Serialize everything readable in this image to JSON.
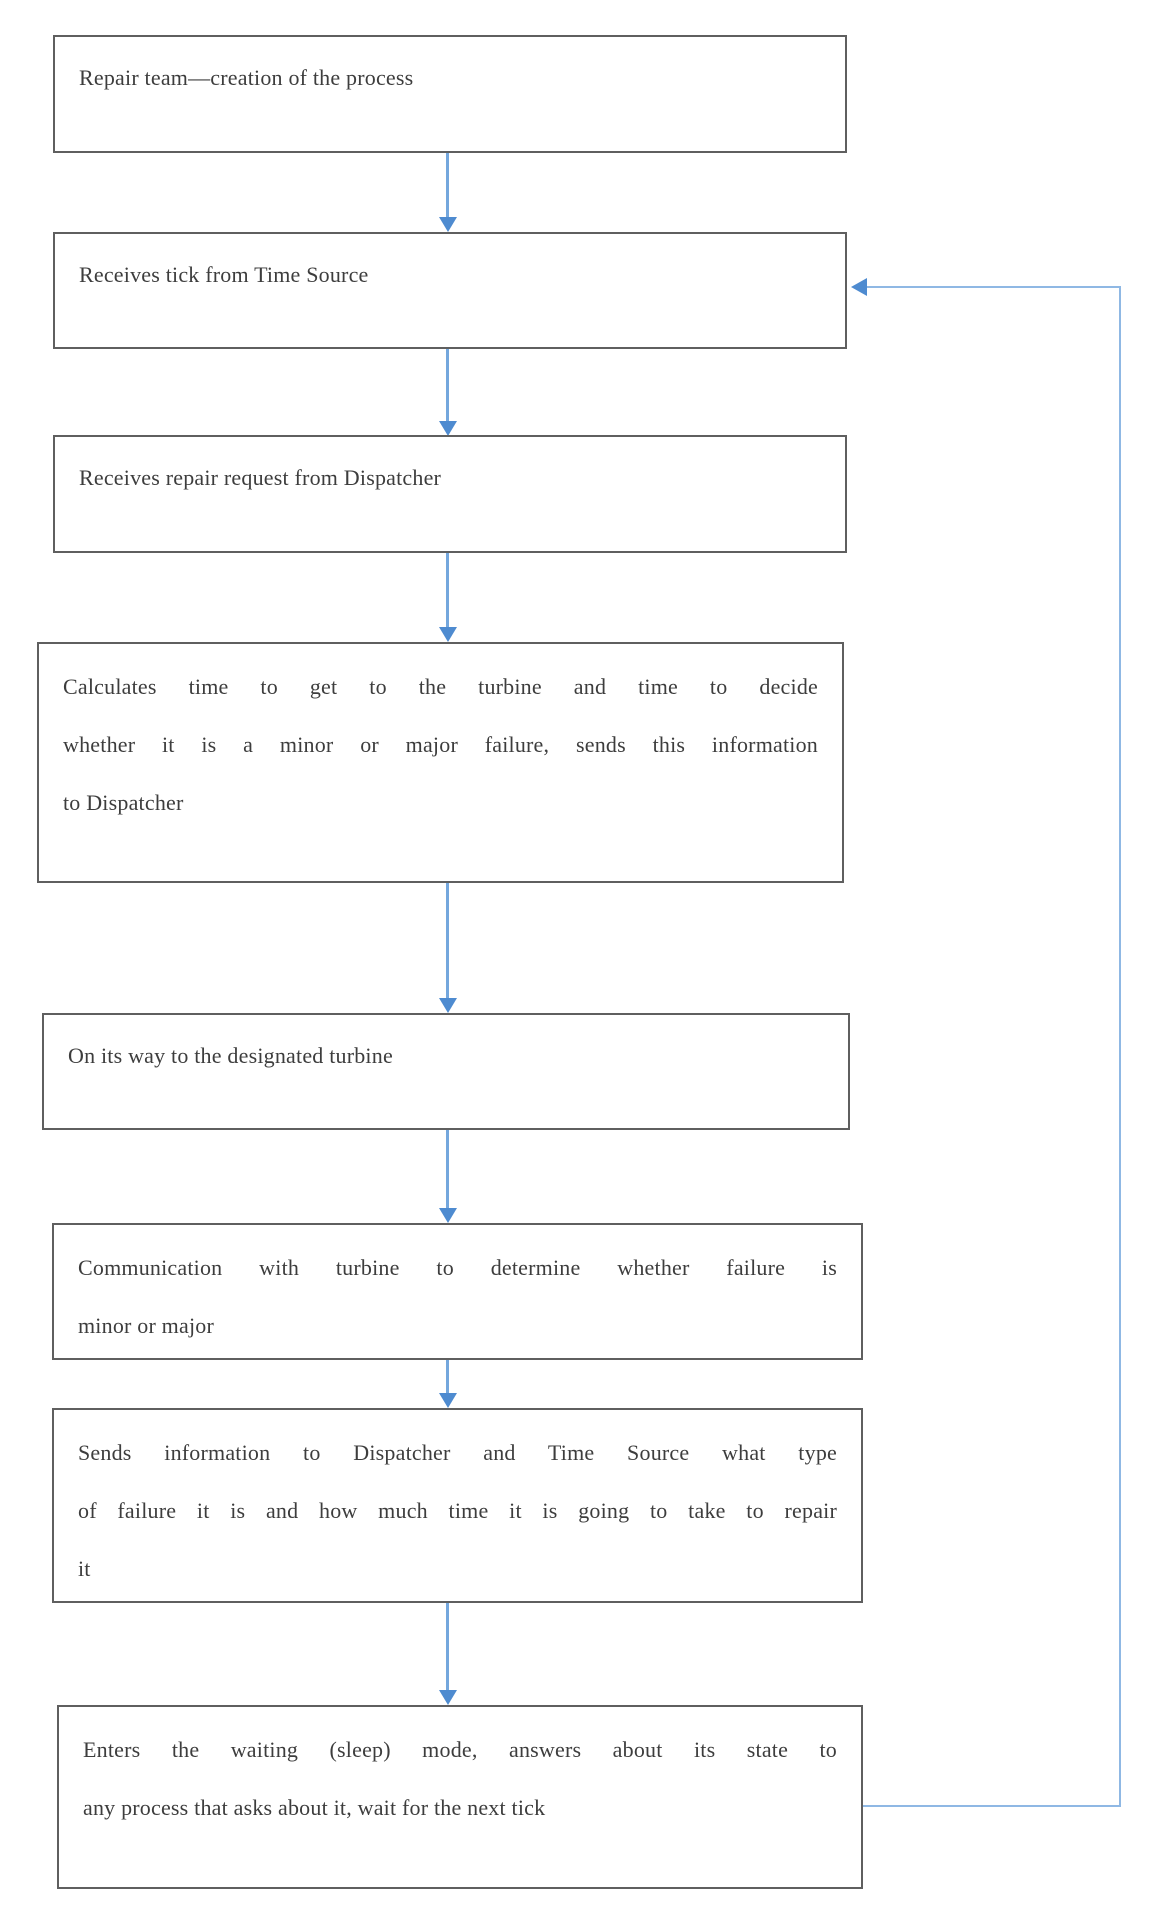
{
  "boxes": [
    {
      "id": "box-1",
      "lines": [
        "Repair team—creation of the process"
      ]
    },
    {
      "id": "box-2",
      "lines": [
        "Receives tick from Time Source"
      ]
    },
    {
      "id": "box-3",
      "lines": [
        "Receives repair request from Dispatcher"
      ]
    },
    {
      "id": "box-4",
      "lines": [
        "Calculates time to get to the turbine and time to decide",
        "whether it is a minor or major failure, sends this information",
        "to Dispatcher"
      ]
    },
    {
      "id": "box-5",
      "lines": [
        "On its way to the designated turbine"
      ]
    },
    {
      "id": "box-6",
      "lines": [
        "Communication with turbine to determine whether failure is",
        "minor or major"
      ]
    },
    {
      "id": "box-7",
      "lines": [
        "Sends information to Dispatcher and Time Source what type",
        "of failure it is and how much time it is going to take to repair",
        "it"
      ]
    },
    {
      "id": "box-8",
      "lines": [
        "Enters the waiting (sleep) mode, answers about its state to",
        "any process that asks about it, wait for the next tick"
      ]
    }
  ],
  "connections": [
    {
      "from": "box-1",
      "to": "box-2",
      "style": "straight-down"
    },
    {
      "from": "box-2",
      "to": "box-3",
      "style": "straight-down"
    },
    {
      "from": "box-3",
      "to": "box-4",
      "style": "straight-down"
    },
    {
      "from": "box-4",
      "to": "box-5",
      "style": "straight-down"
    },
    {
      "from": "box-5",
      "to": "box-6",
      "style": "straight-down"
    },
    {
      "from": "box-6",
      "to": "box-7",
      "style": "straight-down"
    },
    {
      "from": "box-7",
      "to": "box-8",
      "style": "straight-down"
    },
    {
      "from": "box-8",
      "to": "box-2",
      "style": "feedback-loop-right"
    }
  ],
  "colors": {
    "background": "#ffffff",
    "box_border": "#5f5f5f",
    "text": "#3d3d3d",
    "arrow_line": "#74a7dd",
    "arrow_head": "#4e8bd0",
    "loop_line": "#8fb8e4"
  }
}
